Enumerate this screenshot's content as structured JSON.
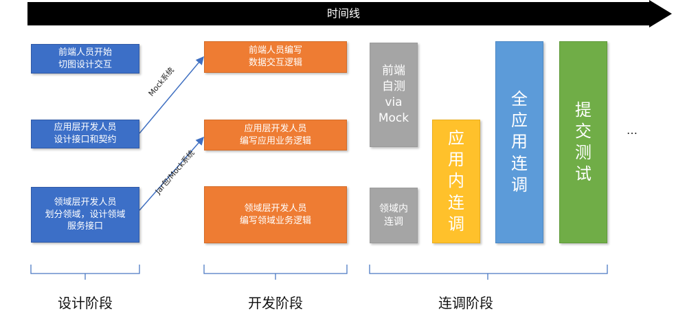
{
  "timeline": {
    "label": "时间线"
  },
  "design_column": {
    "boxes": [
      "前端人员开始\n切图设计交互",
      "应用层开发人员\n设计接口和契约",
      "领域层开发人员\n划分领域，设计领域\n服务接口"
    ]
  },
  "dev_column": {
    "boxes": [
      "前端人员编写\n数据交互逻辑",
      "应用层开发人员\n编写应用业务逻辑",
      "领域层开发人员\n编写领域业务逻辑"
    ]
  },
  "edges": {
    "mock": "Mock系统",
    "jar_mock": "Jar包/Mock系统"
  },
  "integration": {
    "frontend_mock": "前端\n自测\nvia\nMock",
    "domain_internal": "领域内\n连调",
    "app_internal": "应\n用\n内\n连\n调",
    "full_app": "全\n应\n用\n连\n调",
    "submit_test": "提\n交\n测\n试",
    "ellipsis": "…"
  },
  "phases": [
    "设计阶段",
    "开发阶段",
    "连调阶段"
  ],
  "colors": {
    "timeline": "#000000",
    "blue": "#3c6fc7",
    "orange": "#ee7c33",
    "gray": "#a5a5a5",
    "yellow": "#ffc12b",
    "sky_blue": "#5c9bd9",
    "green": "#70ad47",
    "bracket": "#4a78c2"
  }
}
